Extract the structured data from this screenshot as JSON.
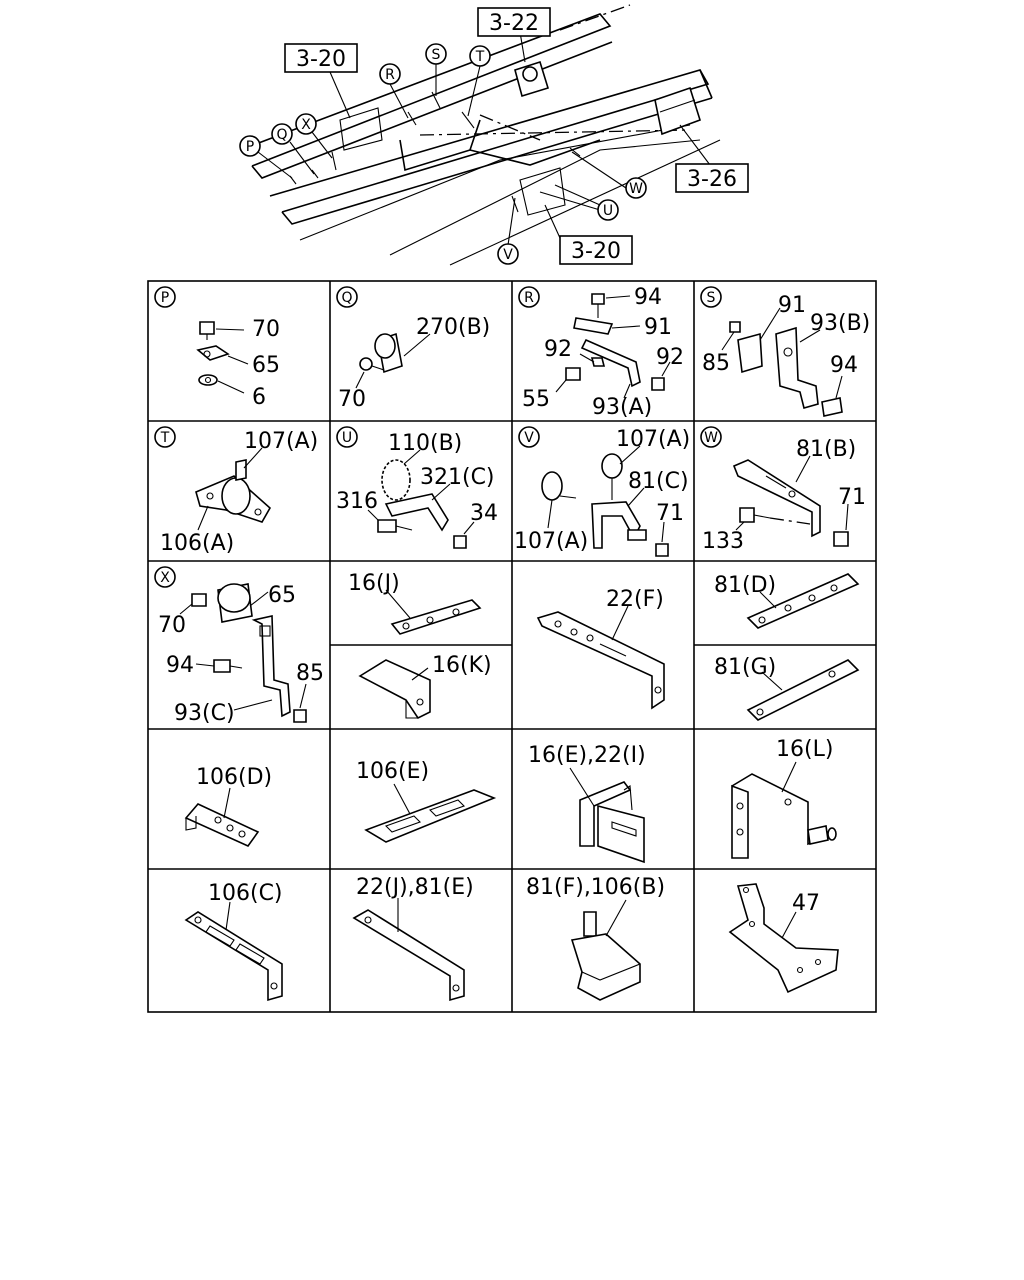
{
  "overview": {
    "ref_boxes": [
      "3-22",
      "3-20",
      "3-26",
      "3-20"
    ],
    "callouts": [
      "R",
      "S",
      "T",
      "P",
      "Q",
      "X",
      "W",
      "U",
      "V"
    ]
  },
  "cells": [
    {
      "letter": "P",
      "labels": [
        "70",
        "65",
        "6"
      ]
    },
    {
      "letter": "Q",
      "labels": [
        "270(B)",
        "70"
      ]
    },
    {
      "letter": "R",
      "labels": [
        "94",
        "91",
        "92",
        "92",
        "55",
        "93(A)"
      ]
    },
    {
      "letter": "S",
      "labels": [
        "91",
        "93(B)",
        "85",
        "94"
      ]
    },
    {
      "letter": "T",
      "labels": [
        "107(A)",
        "106(A)"
      ]
    },
    {
      "letter": "U",
      "labels": [
        "110(B)",
        "321(C)",
        "316",
        "34"
      ]
    },
    {
      "letter": "V",
      "labels": [
        "107(A)",
        "81(C)",
        "71",
        "107(A)"
      ]
    },
    {
      "letter": "W",
      "labels": [
        "81(B)",
        "71",
        "133"
      ]
    },
    {
      "letter": "X",
      "labels": [
        "65",
        "70",
        "85",
        "94",
        "93(C)"
      ]
    },
    {
      "letter": "",
      "labels": [
        "16(J)"
      ]
    },
    {
      "letter": "",
      "labels": [
        "16(K)"
      ]
    },
    {
      "letter": "",
      "labels": [
        "22(F)"
      ]
    },
    {
      "letter": "",
      "labels": [
        "81(D)"
      ]
    },
    {
      "letter": "",
      "labels": [
        "81(G)"
      ]
    },
    {
      "letter": "",
      "labels": [
        "106(D)"
      ]
    },
    {
      "letter": "",
      "labels": [
        "106(E)"
      ]
    },
    {
      "letter": "",
      "labels": [
        "16(E),22(I)"
      ]
    },
    {
      "letter": "",
      "labels": [
        "16(L)"
      ]
    },
    {
      "letter": "",
      "labels": [
        "106(C)"
      ]
    },
    {
      "letter": "",
      "labels": [
        "22(J),81(E)"
      ]
    },
    {
      "letter": "",
      "labels": [
        "81(F),106(B)"
      ]
    },
    {
      "letter": "",
      "labels": [
        "47"
      ]
    }
  ]
}
